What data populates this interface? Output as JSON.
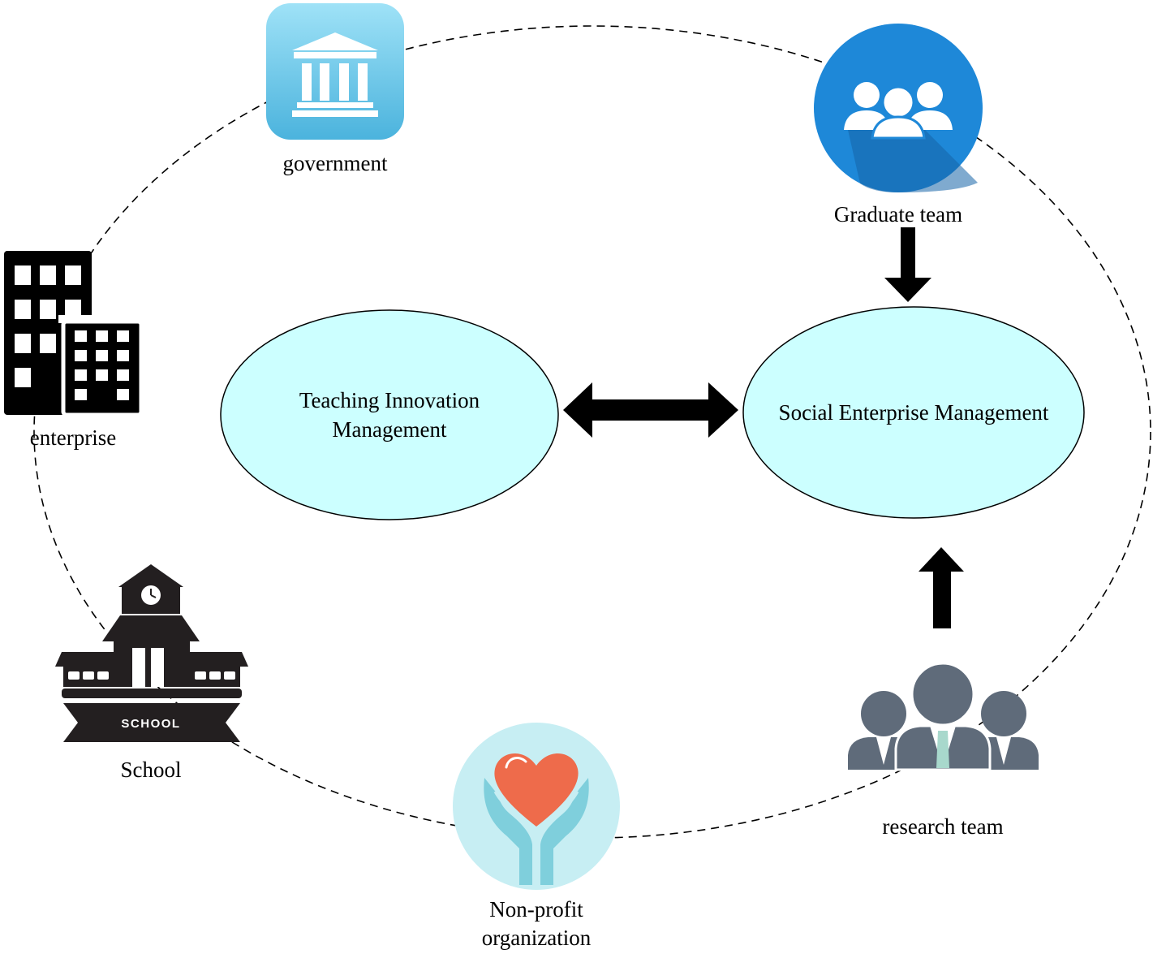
{
  "stakeholders": {
    "government": {
      "label": "government",
      "icon": "government-building-icon"
    },
    "graduate_team": {
      "label": "Graduate team",
      "icon": "group-people-icon"
    },
    "enterprise": {
      "label": "enterprise",
      "icon": "office-buildings-icon"
    },
    "school": {
      "label": "School",
      "icon": "school-building-icon",
      "banner_text": "SCHOOL"
    },
    "nonprofit": {
      "label_line1": "Non-profit",
      "label_line2": "organization",
      "icon": "heart-hands-icon"
    },
    "research_team": {
      "label": "research team",
      "icon": "business-team-icon"
    }
  },
  "center": {
    "teaching": {
      "line1": "Teaching Innovation",
      "line2": "Management"
    },
    "social": {
      "label": "Social Enterprise Management"
    }
  },
  "colors": {
    "ellipse_fill": "#ccffff",
    "government_icon": "#5bc3e6",
    "graduate_icon": "#1e88d8",
    "heart": "#ee6b4b",
    "hands": "#7fcfdc",
    "nonprofit_bg": "#c7eef3",
    "research_people": "#5f6b7a",
    "research_tie": "#a8d8cc"
  }
}
